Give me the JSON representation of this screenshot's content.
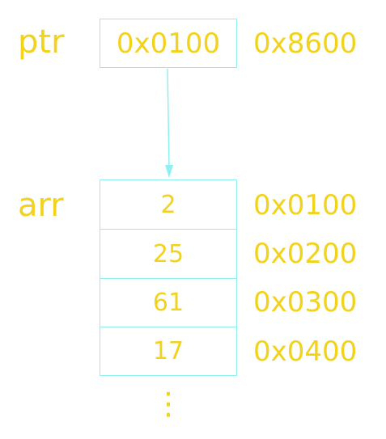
{
  "pointer": {
    "name": "ptr",
    "value": "0x0100",
    "address": "0x8600"
  },
  "array": {
    "name": "arr",
    "cells": [
      {
        "value": "2",
        "address": "0x0100"
      },
      {
        "value": "25",
        "address": "0x0200"
      },
      {
        "value": "61",
        "address": "0x0300"
      },
      {
        "value": "17",
        "address": "0x0400"
      }
    ],
    "continuation": "⋮"
  },
  "colors": {
    "text": "#f2d21b",
    "box": "#8ff0f0"
  }
}
